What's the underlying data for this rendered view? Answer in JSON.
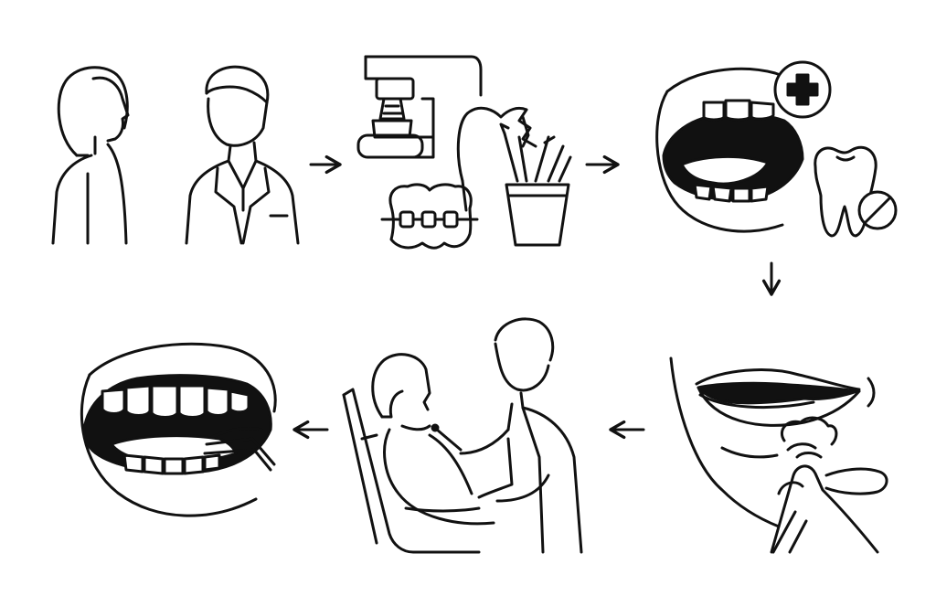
{
  "diagram": {
    "steps": [
      {
        "id": "consultation",
        "icons": [
          "patient-icon",
          "dentist-icon"
        ]
      },
      {
        "id": "treatment-tools",
        "icons": [
          "dental-xray-icon",
          "broken-tooth-icon",
          "braces-icon",
          "instrument-cup-icon"
        ]
      },
      {
        "id": "oral-exam",
        "icons": [
          "open-mouth-icon",
          "medical-cross-icon",
          "tooth-icon",
          "pill-icon"
        ]
      },
      {
        "id": "denture-fitting",
        "icons": [
          "smiling-mouth-icon",
          "denture-icon",
          "hand-icon"
        ]
      },
      {
        "id": "dental-checkup",
        "icons": [
          "dental-chair-icon",
          "patient-icon",
          "dentist-icon",
          "mirror-icon"
        ]
      },
      {
        "id": "cleaning",
        "icons": [
          "open-mouth-icon",
          "dental-probe-icon"
        ]
      }
    ],
    "flow": [
      "right",
      "right",
      "down",
      "left",
      "left"
    ],
    "colors": {
      "line": "#111111",
      "background": "#ffffff"
    }
  }
}
